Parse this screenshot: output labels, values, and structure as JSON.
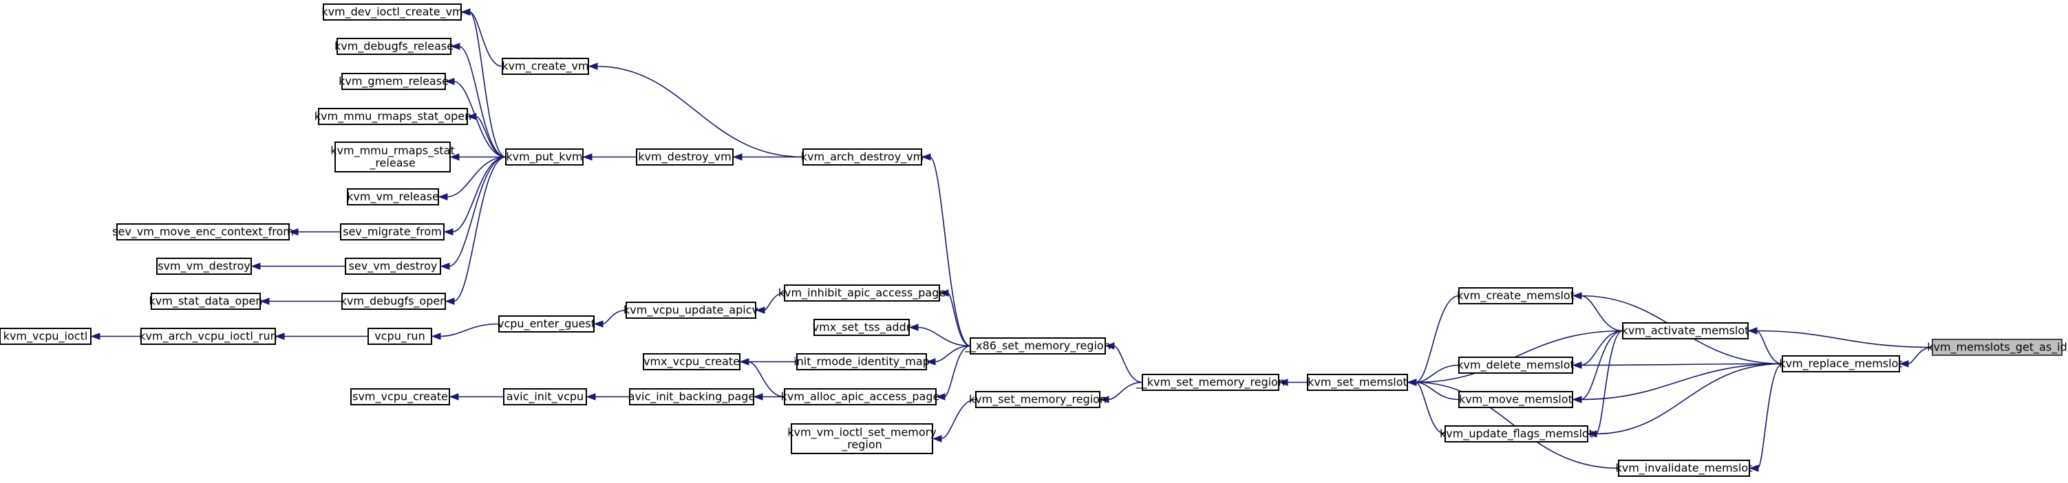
{
  "colors": {
    "edge": "#191970",
    "node_border": "#000000",
    "node_fill": "#ffffff",
    "highlight_fill": "#bfbfbf"
  },
  "nodes": [
    {
      "id": "kvm_memslots_get_as_id",
      "lines": [
        "kvm_memslots_get_as_id"
      ],
      "highlight": true
    },
    {
      "id": "kvm_activate_memslot",
      "lines": [
        "kvm_activate_memslot"
      ]
    },
    {
      "id": "kvm_replace_memslot",
      "lines": [
        "kvm_replace_memslot"
      ]
    },
    {
      "id": "kvm_create_memslot",
      "lines": [
        "kvm_create_memslot"
      ]
    },
    {
      "id": "kvm_delete_memslot",
      "lines": [
        "kvm_delete_memslot"
      ]
    },
    {
      "id": "kvm_move_memslot",
      "lines": [
        "kvm_move_memslot"
      ]
    },
    {
      "id": "kvm_update_flags_memslot",
      "lines": [
        "kvm_update_flags_memslot"
      ]
    },
    {
      "id": "kvm_invalidate_memslot",
      "lines": [
        "kvm_invalidate_memslot"
      ]
    },
    {
      "id": "kvm_set_memslot",
      "lines": [
        "kvm_set_memslot"
      ]
    },
    {
      "id": "__kvm_set_memory_region",
      "lines": [
        "__kvm_set_memory_region"
      ]
    },
    {
      "id": "__x86_set_memory_region",
      "lines": [
        "__x86_set_memory_region"
      ]
    },
    {
      "id": "kvm_set_memory_region",
      "lines": [
        "kvm_set_memory_region"
      ]
    },
    {
      "id": "kvm_vm_ioctl_set_memory_region",
      "lines": [
        "kvm_vm_ioctl_set_memory",
        "_region"
      ]
    },
    {
      "id": "kvm_arch_destroy_vm",
      "lines": [
        "kvm_arch_destroy_vm"
      ]
    },
    {
      "id": "kvm_inhibit_apic_access_page",
      "lines": [
        "kvm_inhibit_apic_access_page"
      ]
    },
    {
      "id": "vmx_set_tss_addr",
      "lines": [
        "vmx_set_tss_addr"
      ]
    },
    {
      "id": "init_rmode_identity_map",
      "lines": [
        "init_rmode_identity_map"
      ]
    },
    {
      "id": "kvm_alloc_apic_access_page",
      "lines": [
        "kvm_alloc_apic_access_page"
      ]
    },
    {
      "id": "kvm_vcpu_update_apicv",
      "lines": [
        "kvm_vcpu_update_apicv"
      ]
    },
    {
      "id": "vmx_vcpu_create",
      "lines": [
        "vmx_vcpu_create"
      ]
    },
    {
      "id": "avic_init_backing_page",
      "lines": [
        "avic_init_backing_page"
      ]
    },
    {
      "id": "vcpu_enter_guest",
      "lines": [
        "vcpu_enter_guest"
      ]
    },
    {
      "id": "avic_init_vcpu",
      "lines": [
        "avic_init_vcpu"
      ]
    },
    {
      "id": "vcpu_run",
      "lines": [
        "vcpu_run"
      ]
    },
    {
      "id": "svm_vcpu_create",
      "lines": [
        "svm_vcpu_create"
      ]
    },
    {
      "id": "kvm_arch_vcpu_ioctl_run",
      "lines": [
        "kvm_arch_vcpu_ioctl_run"
      ]
    },
    {
      "id": "kvm_vcpu_ioctl",
      "lines": [
        "kvm_vcpu_ioctl"
      ]
    },
    {
      "id": "kvm_create_vm",
      "lines": [
        "kvm_create_vm"
      ]
    },
    {
      "id": "kvm_destroy_vm",
      "lines": [
        "kvm_destroy_vm"
      ]
    },
    {
      "id": "kvm_put_kvm",
      "lines": [
        "kvm_put_kvm"
      ]
    },
    {
      "id": "kvm_dev_ioctl_create_vm",
      "lines": [
        "kvm_dev_ioctl_create_vm"
      ]
    },
    {
      "id": "kvm_debugfs_release",
      "lines": [
        "kvm_debugfs_release"
      ]
    },
    {
      "id": "kvm_gmem_release",
      "lines": [
        "kvm_gmem_release"
      ]
    },
    {
      "id": "kvm_mmu_rmaps_stat_open",
      "lines": [
        "kvm_mmu_rmaps_stat_open"
      ]
    },
    {
      "id": "kvm_mmu_rmaps_stat_release",
      "lines": [
        "kvm_mmu_rmaps_stat",
        "_release"
      ]
    },
    {
      "id": "kvm_vm_release",
      "lines": [
        "kvm_vm_release"
      ]
    },
    {
      "id": "sev_migrate_from",
      "lines": [
        "sev_migrate_from"
      ]
    },
    {
      "id": "sev_vm_destroy",
      "lines": [
        "sev_vm_destroy"
      ]
    },
    {
      "id": "kvm_debugfs_open",
      "lines": [
        "kvm_debugfs_open"
      ]
    },
    {
      "id": "sev_vm_move_enc_context_from",
      "lines": [
        "sev_vm_move_enc_context_from"
      ]
    },
    {
      "id": "svm_vm_destroy",
      "lines": [
        "svm_vm_destroy"
      ]
    },
    {
      "id": "kvm_stat_data_open",
      "lines": [
        "kvm_stat_data_open"
      ]
    }
  ],
  "edges": [
    {
      "from": "kvm_activate_memslot",
      "to": "kvm_memslots_get_as_id"
    },
    {
      "from": "kvm_replace_memslot",
      "to": "kvm_memslots_get_as_id"
    },
    {
      "from": "kvm_create_memslot",
      "to": "kvm_activate_memslot"
    },
    {
      "from": "kvm_delete_memslot",
      "to": "kvm_activate_memslot"
    },
    {
      "from": "kvm_move_memslot",
      "to": "kvm_activate_memslot"
    },
    {
      "from": "kvm_update_flags_memslot",
      "to": "kvm_activate_memslot"
    },
    {
      "from": "kvm_set_memslot",
      "to": "kvm_activate_memslot"
    },
    {
      "from": "kvm_activate_memslot",
      "to": "kvm_replace_memslot"
    },
    {
      "from": "kvm_create_memslot",
      "to": "kvm_replace_memslot"
    },
    {
      "from": "kvm_delete_memslot",
      "to": "kvm_replace_memslot"
    },
    {
      "from": "kvm_move_memslot",
      "to": "kvm_replace_memslot"
    },
    {
      "from": "kvm_update_flags_memslot",
      "to": "kvm_replace_memslot"
    },
    {
      "from": "kvm_invalidate_memslot",
      "to": "kvm_replace_memslot"
    },
    {
      "from": "kvm_set_memslot",
      "to": "kvm_create_memslot"
    },
    {
      "from": "kvm_set_memslot",
      "to": "kvm_delete_memslot"
    },
    {
      "from": "kvm_set_memslot",
      "to": "kvm_move_memslot"
    },
    {
      "from": "kvm_set_memslot",
      "to": "kvm_update_flags_memslot"
    },
    {
      "from": "kvm_set_memslot",
      "to": "kvm_invalidate_memslot"
    },
    {
      "from": "__kvm_set_memory_region",
      "to": "kvm_set_memslot"
    },
    {
      "from": "__x86_set_memory_region",
      "to": "__kvm_set_memory_region"
    },
    {
      "from": "kvm_set_memory_region",
      "to": "__kvm_set_memory_region"
    },
    {
      "from": "kvm_vm_ioctl_set_memory_region",
      "to": "kvm_set_memory_region"
    },
    {
      "from": "kvm_arch_destroy_vm",
      "to": "__x86_set_memory_region"
    },
    {
      "from": "kvm_inhibit_apic_access_page",
      "to": "__x86_set_memory_region"
    },
    {
      "from": "vmx_set_tss_addr",
      "to": "__x86_set_memory_region"
    },
    {
      "from": "init_rmode_identity_map",
      "to": "__x86_set_memory_region"
    },
    {
      "from": "kvm_alloc_apic_access_page",
      "to": "__x86_set_memory_region"
    },
    {
      "from": "kvm_vcpu_update_apicv",
      "to": "kvm_inhibit_apic_access_page"
    },
    {
      "from": "vmx_vcpu_create",
      "to": "init_rmode_identity_map"
    },
    {
      "from": "vmx_vcpu_create",
      "to": "kvm_alloc_apic_access_page"
    },
    {
      "from": "avic_init_backing_page",
      "to": "kvm_alloc_apic_access_page"
    },
    {
      "from": "vcpu_enter_guest",
      "to": "kvm_vcpu_update_apicv"
    },
    {
      "from": "avic_init_vcpu",
      "to": "avic_init_backing_page"
    },
    {
      "from": "vcpu_run",
      "to": "vcpu_enter_guest"
    },
    {
      "from": "svm_vcpu_create",
      "to": "avic_init_vcpu"
    },
    {
      "from": "kvm_arch_vcpu_ioctl_run",
      "to": "vcpu_run"
    },
    {
      "from": "kvm_vcpu_ioctl",
      "to": "kvm_arch_vcpu_ioctl_run"
    },
    {
      "from": "kvm_create_vm",
      "to": "kvm_arch_destroy_vm"
    },
    {
      "from": "kvm_destroy_vm",
      "to": "kvm_arch_destroy_vm"
    },
    {
      "from": "kvm_put_kvm",
      "to": "kvm_destroy_vm"
    },
    {
      "from": "kvm_dev_ioctl_create_vm",
      "to": "kvm_create_vm"
    },
    {
      "from": "kvm_dev_ioctl_create_vm",
      "to": "kvm_put_kvm"
    },
    {
      "from": "kvm_debugfs_release",
      "to": "kvm_put_kvm"
    },
    {
      "from": "kvm_gmem_release",
      "to": "kvm_put_kvm"
    },
    {
      "from": "kvm_mmu_rmaps_stat_open",
      "to": "kvm_put_kvm"
    },
    {
      "from": "kvm_mmu_rmaps_stat_release",
      "to": "kvm_put_kvm"
    },
    {
      "from": "kvm_vm_release",
      "to": "kvm_put_kvm"
    },
    {
      "from": "sev_migrate_from",
      "to": "kvm_put_kvm"
    },
    {
      "from": "sev_vm_destroy",
      "to": "kvm_put_kvm"
    },
    {
      "from": "kvm_debugfs_open",
      "to": "kvm_put_kvm"
    },
    {
      "from": "sev_vm_move_enc_context_from",
      "to": "sev_migrate_from"
    },
    {
      "from": "svm_vm_destroy",
      "to": "sev_vm_destroy"
    },
    {
      "from": "kvm_stat_data_open",
      "to": "kvm_debugfs_open"
    }
  ]
}
